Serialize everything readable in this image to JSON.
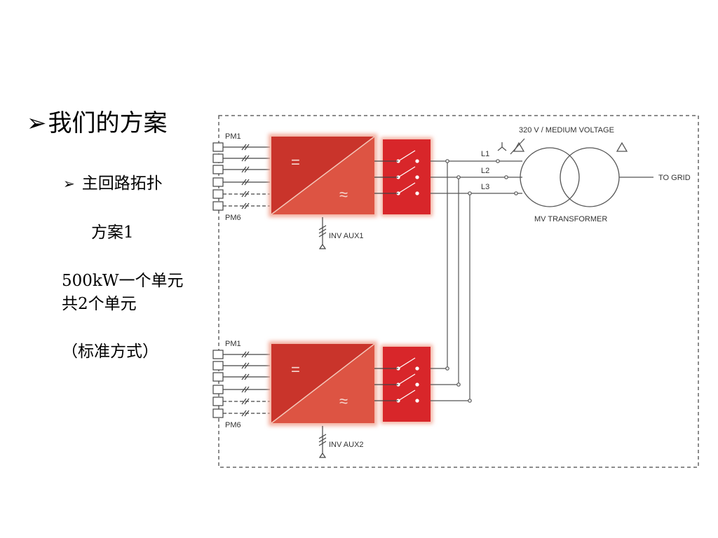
{
  "slide": {
    "title": "我们的方案",
    "bullet": "主回路拓扑",
    "plan": "方案1",
    "line1": "500kW一个单元",
    "line2": "共2个单元",
    "note": "（标准方式）"
  },
  "diagram": {
    "voltage_label": "320 V / MEDIUM VOLTAGE",
    "transformer_label": "MV TRANSFORMER",
    "grid_label": "TO GRID",
    "phase_labels": [
      "L1",
      "L2",
      "L3"
    ],
    "unit1": {
      "pm_first": "PM1",
      "pm_last": "PM6",
      "aux": "INV AUX1"
    },
    "unit2": {
      "pm_first": "PM1",
      "pm_last": "PM6",
      "aux": "INV AUX2"
    },
    "inverter_color": "#d9322a",
    "switch_color": "#d8262a"
  }
}
